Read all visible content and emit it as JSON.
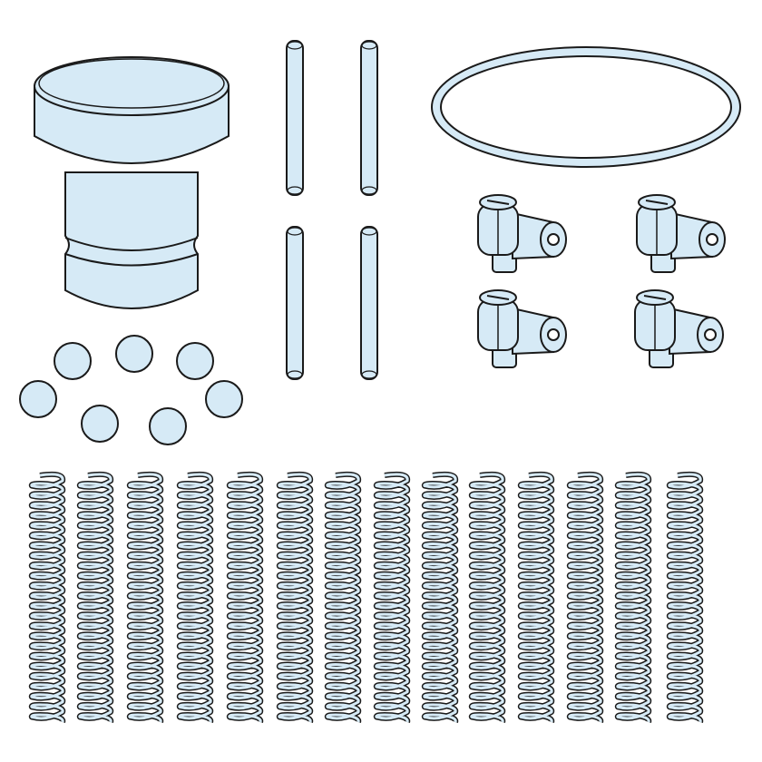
{
  "colors": {
    "fill": "#d6eaf6",
    "stroke": "#1a1a1a",
    "background": "#ffffff"
  },
  "parts": {
    "knob_count": 1,
    "ball_count": 7,
    "pin_count": 4,
    "o_ring_count": 1,
    "elbow_fitting_count": 4,
    "spring_count": 14
  }
}
